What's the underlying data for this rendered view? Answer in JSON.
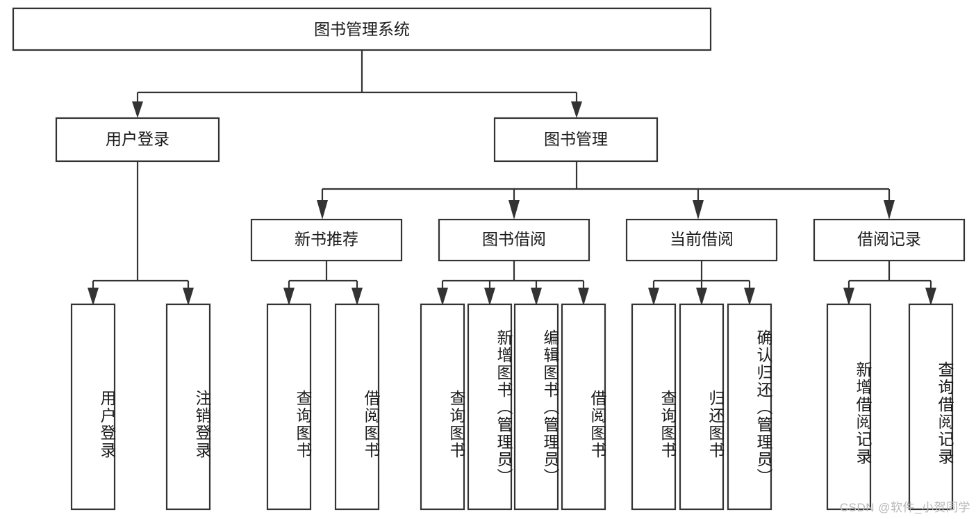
{
  "diagram": {
    "type": "tree-hierarchy",
    "title": "图书管理系统",
    "watermark": "CSDN @软件_小贺同学",
    "colors": {
      "box_stroke": "#333333",
      "box_fill": "#ffffff",
      "text": "#1a1a1a",
      "background": "#ffffff",
      "watermark": "#b8b8b8"
    },
    "root": {
      "label": "图书管理系统",
      "orientation": "horizontal"
    },
    "level2": [
      {
        "label": "用户登录",
        "orientation": "horizontal"
      },
      {
        "label": "图书管理",
        "orientation": "horizontal"
      }
    ],
    "level3": [
      {
        "label": "新书推荐",
        "orientation": "horizontal"
      },
      {
        "label": "图书借阅",
        "orientation": "horizontal"
      },
      {
        "label": "当前借阅",
        "orientation": "horizontal"
      },
      {
        "label": "借阅记录",
        "orientation": "horizontal"
      }
    ],
    "leaves": [
      {
        "label": "用户登录",
        "parent": "用户登录",
        "orientation": "vertical"
      },
      {
        "label": "注销登录",
        "parent": "用户登录",
        "orientation": "vertical"
      },
      {
        "label": "查询图书",
        "parent": "新书推荐",
        "orientation": "vertical"
      },
      {
        "label": "借阅图书",
        "parent": "新书推荐",
        "orientation": "vertical"
      },
      {
        "label": "查询图书",
        "parent": "图书借阅",
        "orientation": "vertical"
      },
      {
        "label": "新增图书（管理员）",
        "parent": "图书借阅",
        "orientation": "vertical"
      },
      {
        "label": "编辑图书（管理员）",
        "parent": "图书借阅",
        "orientation": "vertical"
      },
      {
        "label": "借阅图书",
        "parent": "图书借阅",
        "orientation": "vertical"
      },
      {
        "label": "查询图书",
        "parent": "当前借阅",
        "orientation": "vertical"
      },
      {
        "label": "归还图书",
        "parent": "当前借阅",
        "orientation": "vertical"
      },
      {
        "label": "确认归还（管理员）",
        "parent": "当前借阅",
        "orientation": "vertical"
      },
      {
        "label": "新增借阅记录",
        "parent": "借阅记录",
        "orientation": "vertical"
      },
      {
        "label": "查询借阅记录",
        "parent": "借阅记录",
        "orientation": "vertical"
      }
    ]
  }
}
